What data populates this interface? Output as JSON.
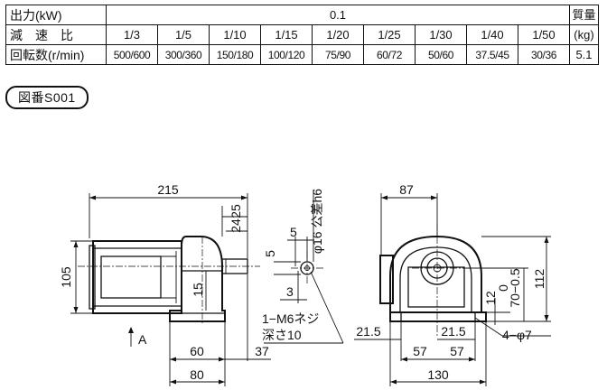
{
  "table": {
    "row1": {
      "label": "出力(kW)",
      "value": "0.1",
      "mass_label": "質量"
    },
    "row2": {
      "label": "減速比",
      "ratios": [
        "1/3",
        "1/5",
        "1/10",
        "1/15",
        "1/20",
        "1/25",
        "1/30",
        "1/40",
        "1/50"
      ],
      "mass_unit": "(kg)"
    },
    "row3": {
      "label": "回転数(r/min)",
      "speeds": [
        "500/600",
        "300/360",
        "150/180",
        "100/120",
        "75/90",
        "60/72",
        "50/60",
        "37.5/45",
        "30/36"
      ],
      "mass_value": "5.1"
    }
  },
  "figure_label": "図番S001",
  "dimensions": {
    "total_length": "215",
    "shaft_25": "25",
    "shaft_24": "24",
    "height_105": "105",
    "flange_15": "15",
    "base_60": "60",
    "base_80": "80",
    "shaft_37": "37",
    "arrow_a": "A",
    "key_5_top": "5",
    "key_5_side": "5",
    "key_3": "3",
    "shaft_tolerance": "φ16 公差h6",
    "tap_note_line1": "1−M6ネジ",
    "tap_note_line2": "深さ10",
    "side_87": "87",
    "height_112": "112",
    "center_70": "70−0.5",
    "center_70_upper": "0",
    "height_12": "12",
    "hole_spec": "4−φ7",
    "foot_21_5_left": "21.5",
    "foot_21_5_right": "21.5",
    "foot_57_left": "57",
    "foot_57_right": "57",
    "width_130": "130"
  }
}
